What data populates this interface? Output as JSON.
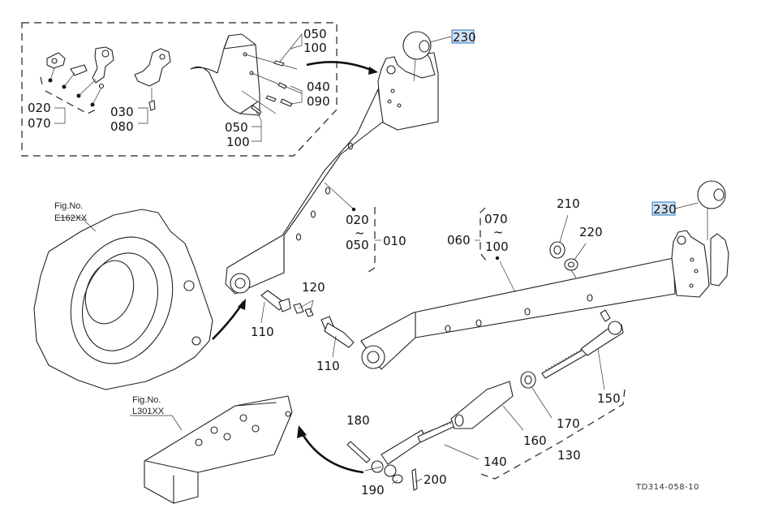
{
  "diagram": {
    "drawing_code": "TD314-058-10",
    "highlight_color": "#cfe3f7",
    "figure_refs": [
      {
        "line1": "Fig.No.",
        "line2": "E162XX"
      },
      {
        "line1": "Fig.No.",
        "line2": "L301XX"
      }
    ],
    "inset_labels": {
      "a1": "020",
      "a2": "070",
      "b1": "030",
      "b2": "080",
      "c1": "050",
      "c2": "100",
      "d1": "040",
      "d2": "090",
      "e1": "050",
      "e2": "100"
    },
    "callouts": {
      "ball_top": "230",
      "ball_right": "230",
      "left_arm_range_from": "020",
      "left_arm_range_tilde": "~",
      "left_arm_range_to": "050",
      "left_arm_assembly": "010",
      "pin_120": "120",
      "pin_110_a": "110",
      "pin_110_b": "110",
      "right_arm_range_from": "070",
      "right_arm_range_tilde": "~",
      "right_arm_range_to": "100",
      "right_arm_assembly": "060",
      "nut_210": "210",
      "washer_220": "220",
      "rod_150": "150",
      "nut_170": "170",
      "turnbuckle_160": "160",
      "rod_140": "140",
      "chain_assembly_130": "130",
      "pin_180": "180",
      "washer_190": "190",
      "cotter_200": "200"
    }
  }
}
